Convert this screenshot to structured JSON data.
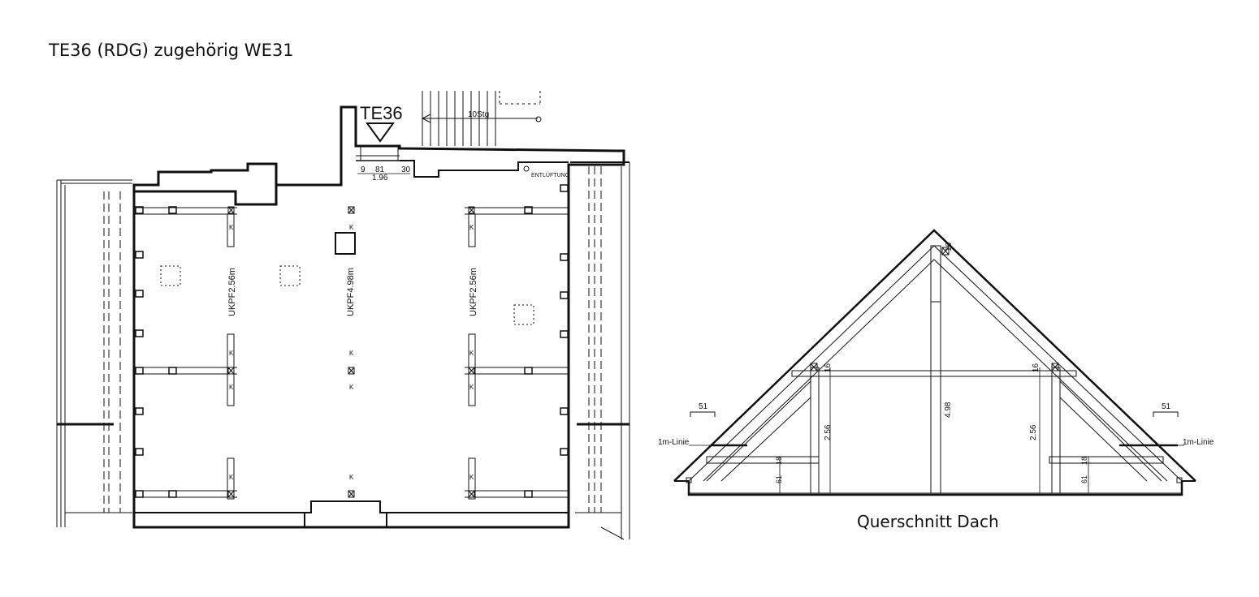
{
  "title": "TE36 (RDG) zugehörig WE31",
  "plan": {
    "room_label": "TE36",
    "stair_label": "10Stg",
    "vent_label": "ENTLÜFTUNG",
    "dim_9": "9",
    "dim_81": "81",
    "dim_30": "30",
    "dim_196": "1.96",
    "ukpf_left": "UKPF2.56m",
    "ukpf_center": "UKPF4.98m",
    "ukpf_right": "UKPF2.56m",
    "k": "K"
  },
  "section": {
    "title": "Querschnitt Dach",
    "h_total": "4.98",
    "h_left": "2.56",
    "h_right": "2.56",
    "d16": "16",
    "d18": "18",
    "d61": "61",
    "d51": "51",
    "line_label": "1m-Linie"
  }
}
